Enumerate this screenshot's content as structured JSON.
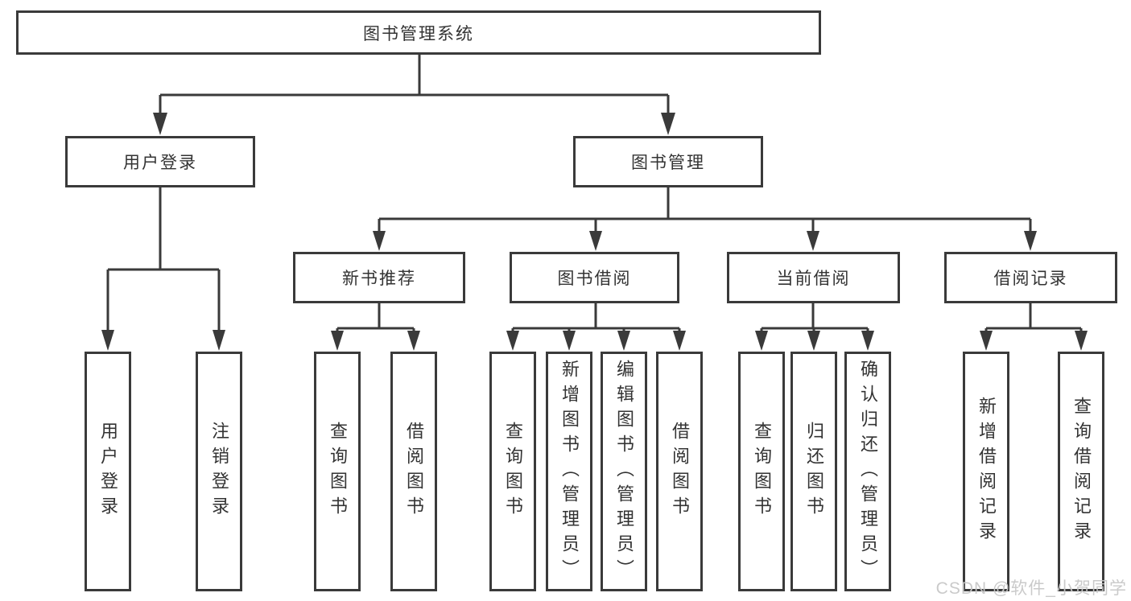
{
  "colors": {
    "line": "#3a3a3a",
    "text": "#333333",
    "box-bg": "#ffffff",
    "background": "#ffffff",
    "watermark": "#c8c8c8"
  },
  "watermark": {
    "text": "CSDN @软件_小贺同学"
  },
  "tree": {
    "root": {
      "label": "图书管理系统"
    },
    "level1": [
      {
        "id": "user-login",
        "label": "用户登录"
      },
      {
        "id": "book-management",
        "label": "图书管理"
      }
    ],
    "level2": [
      {
        "id": "new-book-recommend",
        "label": "新书推荐"
      },
      {
        "id": "book-borrow",
        "label": "图书借阅"
      },
      {
        "id": "current-borrow",
        "label": "当前借阅"
      },
      {
        "id": "borrow-records",
        "label": "借阅记录"
      }
    ],
    "leaves": [
      {
        "group": "user-login",
        "label": "用户登录"
      },
      {
        "group": "user-login",
        "label": "注销登录"
      },
      {
        "group": "new-book-recommend",
        "label": "查询图书"
      },
      {
        "group": "new-book-recommend",
        "label": "借阅图书"
      },
      {
        "group": "book-borrow",
        "label": "查询图书"
      },
      {
        "group": "book-borrow",
        "label": "新增图书（管理员）"
      },
      {
        "group": "book-borrow",
        "label": "编辑图书（管理员）"
      },
      {
        "group": "book-borrow",
        "label": "借阅图书"
      },
      {
        "group": "current-borrow",
        "label": "查询图书"
      },
      {
        "group": "current-borrow",
        "label": "归还图书"
      },
      {
        "group": "current-borrow",
        "label": "确认归还（管理员）"
      },
      {
        "group": "borrow-records",
        "label": "新增借阅记录"
      },
      {
        "group": "borrow-records",
        "label": "查询借阅记录"
      }
    ]
  }
}
